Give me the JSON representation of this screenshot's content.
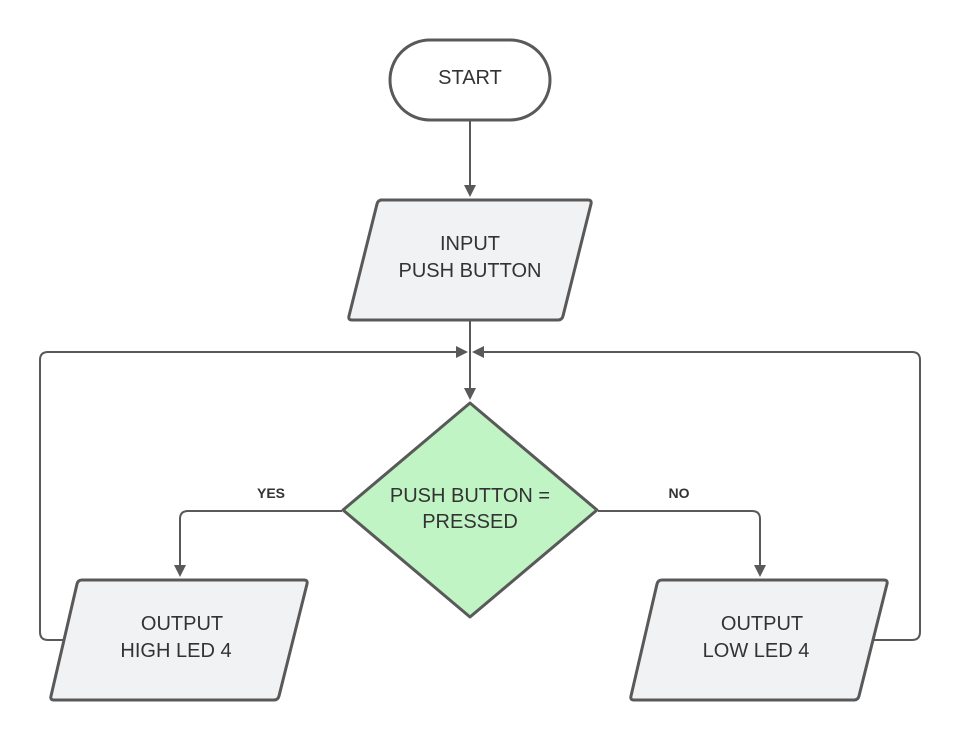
{
  "diagram": {
    "colors": {
      "process_fill": "#f1f2f4",
      "decision_fill": "#c0f4c4",
      "stroke": "#595959",
      "text": "#333333"
    },
    "nodes": {
      "start": {
        "label": "START"
      },
      "input": {
        "line1": "INPUT",
        "line2": "PUSH BUTTON"
      },
      "decision": {
        "line1": "PUSH BUTTON =",
        "line2": "PRESSED"
      },
      "output_high": {
        "line1": "OUTPUT",
        "line2": "HIGH LED 4"
      },
      "output_low": {
        "line1": "OUTPUT",
        "line2": "LOW LED 4"
      }
    },
    "edges": {
      "yes_label": "YES",
      "no_label": "NO"
    }
  }
}
